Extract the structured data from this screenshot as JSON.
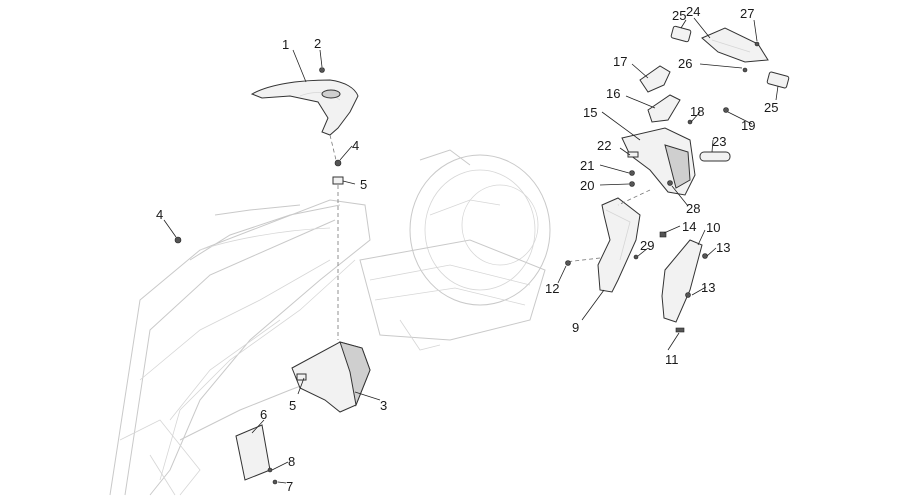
{
  "callouts": [
    {
      "id": "1",
      "label": "1"
    },
    {
      "id": "2",
      "label": "2"
    },
    {
      "id": "3",
      "label": "3"
    },
    {
      "id": "4a",
      "label": "4"
    },
    {
      "id": "4b",
      "label": "4"
    },
    {
      "id": "5a",
      "label": "5"
    },
    {
      "id": "5b",
      "label": "5"
    },
    {
      "id": "6",
      "label": "6"
    },
    {
      "id": "7",
      "label": "7"
    },
    {
      "id": "8",
      "label": "8"
    },
    {
      "id": "9",
      "label": "9"
    },
    {
      "id": "10",
      "label": "10"
    },
    {
      "id": "11",
      "label": "11"
    },
    {
      "id": "12",
      "label": "12"
    },
    {
      "id": "13a",
      "label": "13"
    },
    {
      "id": "13b",
      "label": "13"
    },
    {
      "id": "14",
      "label": "14"
    },
    {
      "id": "15",
      "label": "15"
    },
    {
      "id": "16",
      "label": "16"
    },
    {
      "id": "17",
      "label": "17"
    },
    {
      "id": "18",
      "label": "18"
    },
    {
      "id": "19",
      "label": "19"
    },
    {
      "id": "20",
      "label": "20"
    },
    {
      "id": "21",
      "label": "21"
    },
    {
      "id": "22",
      "label": "22"
    },
    {
      "id": "23",
      "label": "23"
    },
    {
      "id": "24",
      "label": "24"
    },
    {
      "id": "25a",
      "label": "25"
    },
    {
      "id": "25b",
      "label": "25"
    },
    {
      "id": "26",
      "label": "26"
    },
    {
      "id": "27",
      "label": "27"
    },
    {
      "id": "28",
      "label": "28"
    },
    {
      "id": "29",
      "label": "29"
    }
  ]
}
